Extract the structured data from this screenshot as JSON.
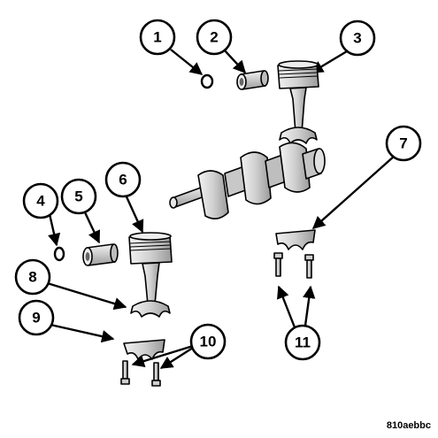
{
  "figure_id": "810aebbc",
  "callouts": [
    {
      "label": "1"
    },
    {
      "label": "2"
    },
    {
      "label": "3"
    },
    {
      "label": "4"
    },
    {
      "label": "5"
    },
    {
      "label": "6"
    },
    {
      "label": "7"
    },
    {
      "label": "8"
    },
    {
      "label": "9"
    },
    {
      "label": "10"
    },
    {
      "label": "11"
    }
  ],
  "colors": {
    "line": "#000000",
    "part_fill": "#d8d8d8",
    "part_shadow": "#8a8a8a",
    "background": "#ffffff"
  }
}
